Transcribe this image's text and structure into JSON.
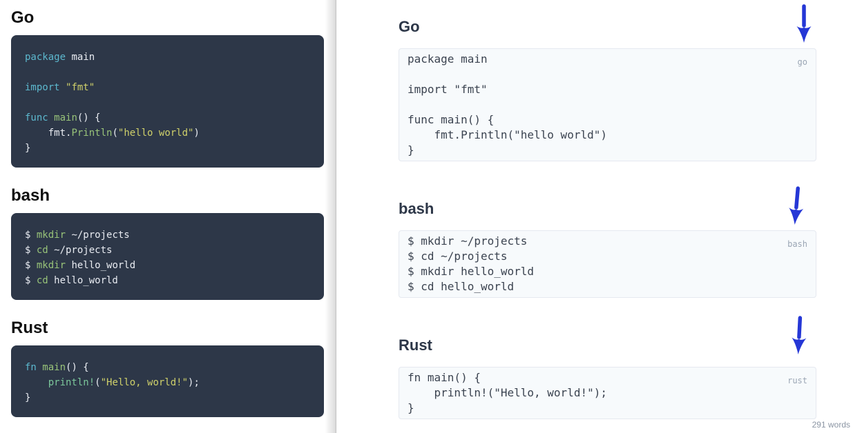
{
  "colors": {
    "arrow": "#2537d6",
    "editor_block_bg": "#2d3748",
    "keyword": "#5cb8ce",
    "function": "#98c379",
    "string": "#cfd06a",
    "macro": "#7cc79b",
    "code_plain": "#e9ecf2",
    "preview_block_bg": "#f7fafc",
    "preview_block_border": "#e5e9f0",
    "preview_text": "#3b4350",
    "badge": "#9aa5b4",
    "heading_left": "#111111",
    "heading_right": "#2d3748",
    "word_count": "#8b95a3"
  },
  "editor": {
    "sections": [
      {
        "heading": "Go",
        "language": "go",
        "lines": [
          [
            {
              "c": "k",
              "t": "package"
            },
            {
              "c": "p",
              "t": " main"
            }
          ],
          [],
          [
            {
              "c": "k",
              "t": "import"
            },
            {
              "c": "p",
              "t": " "
            },
            {
              "c": "s",
              "t": "\"fmt\""
            }
          ],
          [],
          [
            {
              "c": "k",
              "t": "func"
            },
            {
              "c": "p",
              "t": " "
            },
            {
              "c": "f",
              "t": "main"
            },
            {
              "c": "p",
              "t": "() {"
            }
          ],
          [
            {
              "c": "p",
              "t": "    fmt."
            },
            {
              "c": "f",
              "t": "Println"
            },
            {
              "c": "p",
              "t": "("
            },
            {
              "c": "s",
              "t": "\"hello world\""
            },
            {
              "c": "p",
              "t": ")"
            }
          ],
          [
            {
              "c": "p",
              "t": "}"
            }
          ]
        ]
      },
      {
        "heading": "bash",
        "language": "bash",
        "lines": [
          [
            {
              "c": "p",
              "t": "$ "
            },
            {
              "c": "f",
              "t": "mkdir"
            },
            {
              "c": "p",
              "t": " ~/projects"
            }
          ],
          [
            {
              "c": "p",
              "t": "$ "
            },
            {
              "c": "f",
              "t": "cd"
            },
            {
              "c": "p",
              "t": " ~/projects"
            }
          ],
          [
            {
              "c": "p",
              "t": "$ "
            },
            {
              "c": "f",
              "t": "mkdir"
            },
            {
              "c": "p",
              "t": " hello_world"
            }
          ],
          [
            {
              "c": "p",
              "t": "$ "
            },
            {
              "c": "f",
              "t": "cd"
            },
            {
              "c": "p",
              "t": " hello_world"
            }
          ]
        ]
      },
      {
        "heading": "Rust",
        "language": "rust",
        "lines": [
          [
            {
              "c": "k",
              "t": "fn"
            },
            {
              "c": "p",
              "t": " "
            },
            {
              "c": "f",
              "t": "main"
            },
            {
              "c": "p",
              "t": "() {"
            }
          ],
          [
            {
              "c": "p",
              "t": "    "
            },
            {
              "c": "m",
              "t": "println!"
            },
            {
              "c": "p",
              "t": "("
            },
            {
              "c": "s",
              "t": "\"Hello, world!\""
            },
            {
              "c": "p",
              "t": ");"
            }
          ],
          [
            {
              "c": "p",
              "t": "}"
            }
          ]
        ]
      }
    ]
  },
  "preview": {
    "sections": [
      {
        "heading": "Go",
        "badge": "go",
        "code": "package main\n\nimport \"fmt\"\n\nfunc main() {\n    fmt.Println(\"hello world\")\n}"
      },
      {
        "heading": "bash",
        "badge": "bash",
        "code": "$ mkdir ~/projects\n$ cd ~/projects\n$ mkdir hello_world\n$ cd hello_world"
      },
      {
        "heading": "Rust",
        "badge": "rust",
        "code": "fn main() {\n    println!(\"Hello, world!\");\n}"
      }
    ],
    "word_count": "291 words"
  }
}
